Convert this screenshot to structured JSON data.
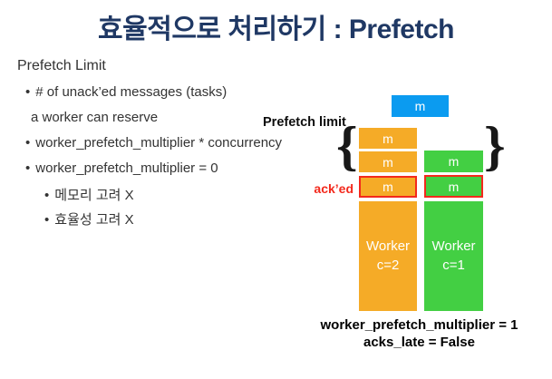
{
  "slide": {
    "title": "효율적으로 처리하기 : Prefetch"
  },
  "left_list": {
    "bullet_char": "•",
    "items": [
      {
        "text": "Prefetch Limit"
      },
      {
        "text": "# of unack’ed messages (tasks)"
      },
      {
        "text": "a worker can reserve"
      },
      {
        "text": "worker_prefetch_multiplier * concurrency"
      },
      {
        "text": "worker_prefetch_multiplier = 0"
      },
      {
        "text": "메모리 고려 X"
      },
      {
        "text": "효율성 고려 X"
      }
    ]
  },
  "diagram": {
    "pending_message": "m",
    "prefetch_limit_label": "Prefetch limit",
    "acked_label": "ack’ed",
    "brace_left": "{",
    "brace_right": "}",
    "orange_column": {
      "row1": "m",
      "row2": "m",
      "acked": "m",
      "worker_line1": "Worker",
      "worker_line2": "c=2"
    },
    "green_column": {
      "row2": "m",
      "acked": "m",
      "worker_line1": "Worker",
      "worker_line2": "c=1"
    },
    "caption_line1": "worker_prefetch_multiplier = 1",
    "caption_line2": "acks_late = False"
  },
  "colors": {
    "title_navy": "#1F3864",
    "orange": "#F5AB27",
    "green": "#43CF43",
    "blue": "#0B9BF0",
    "red": "#F3291C",
    "body_text": "#333333"
  }
}
